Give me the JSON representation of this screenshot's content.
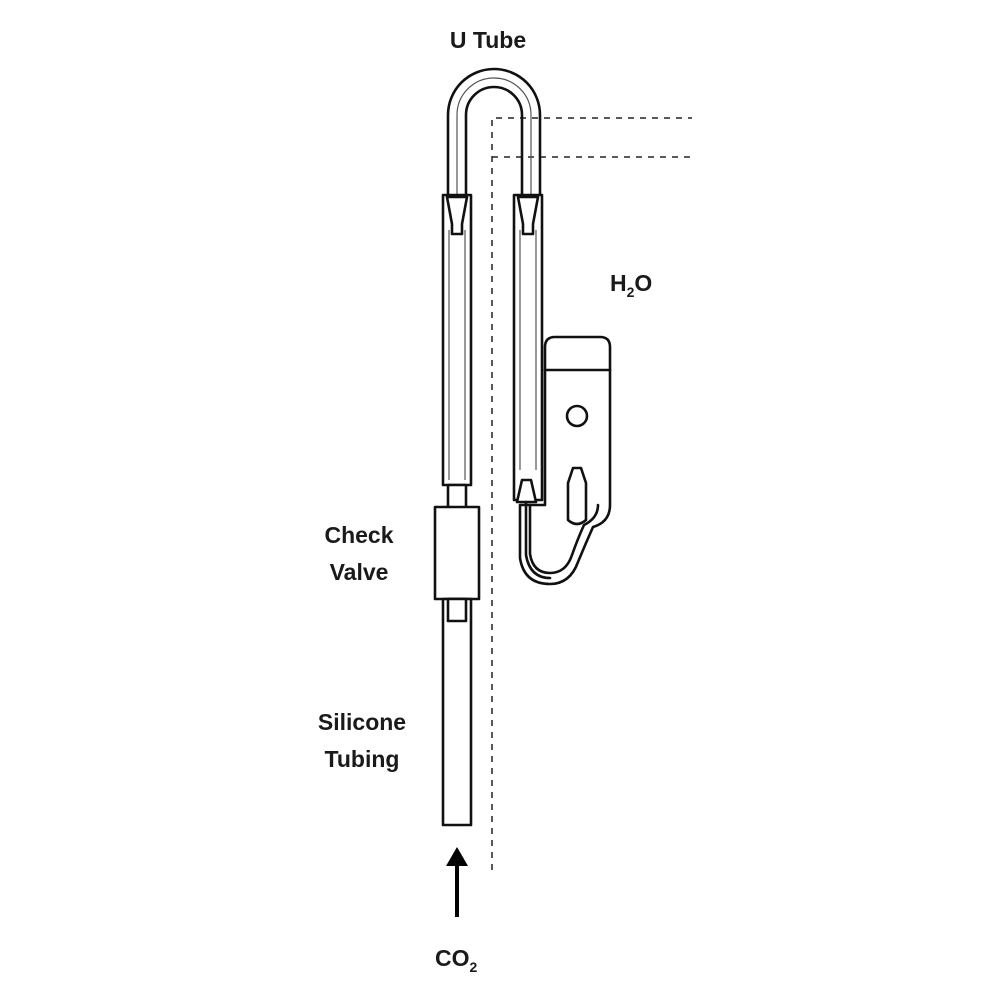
{
  "labels": {
    "u_tube": "U Tube",
    "h2o_main": "H",
    "h2o_sub": "2",
    "h2o_end": "O",
    "check_valve_line1": "Check",
    "check_valve_line2": "Valve",
    "silicone_line1": "Silicone",
    "silicone_line2": "Tubing",
    "co2_main": "CO",
    "co2_sub": "2"
  },
  "colors": {
    "stroke": "#111111",
    "background": "#ffffff"
  }
}
